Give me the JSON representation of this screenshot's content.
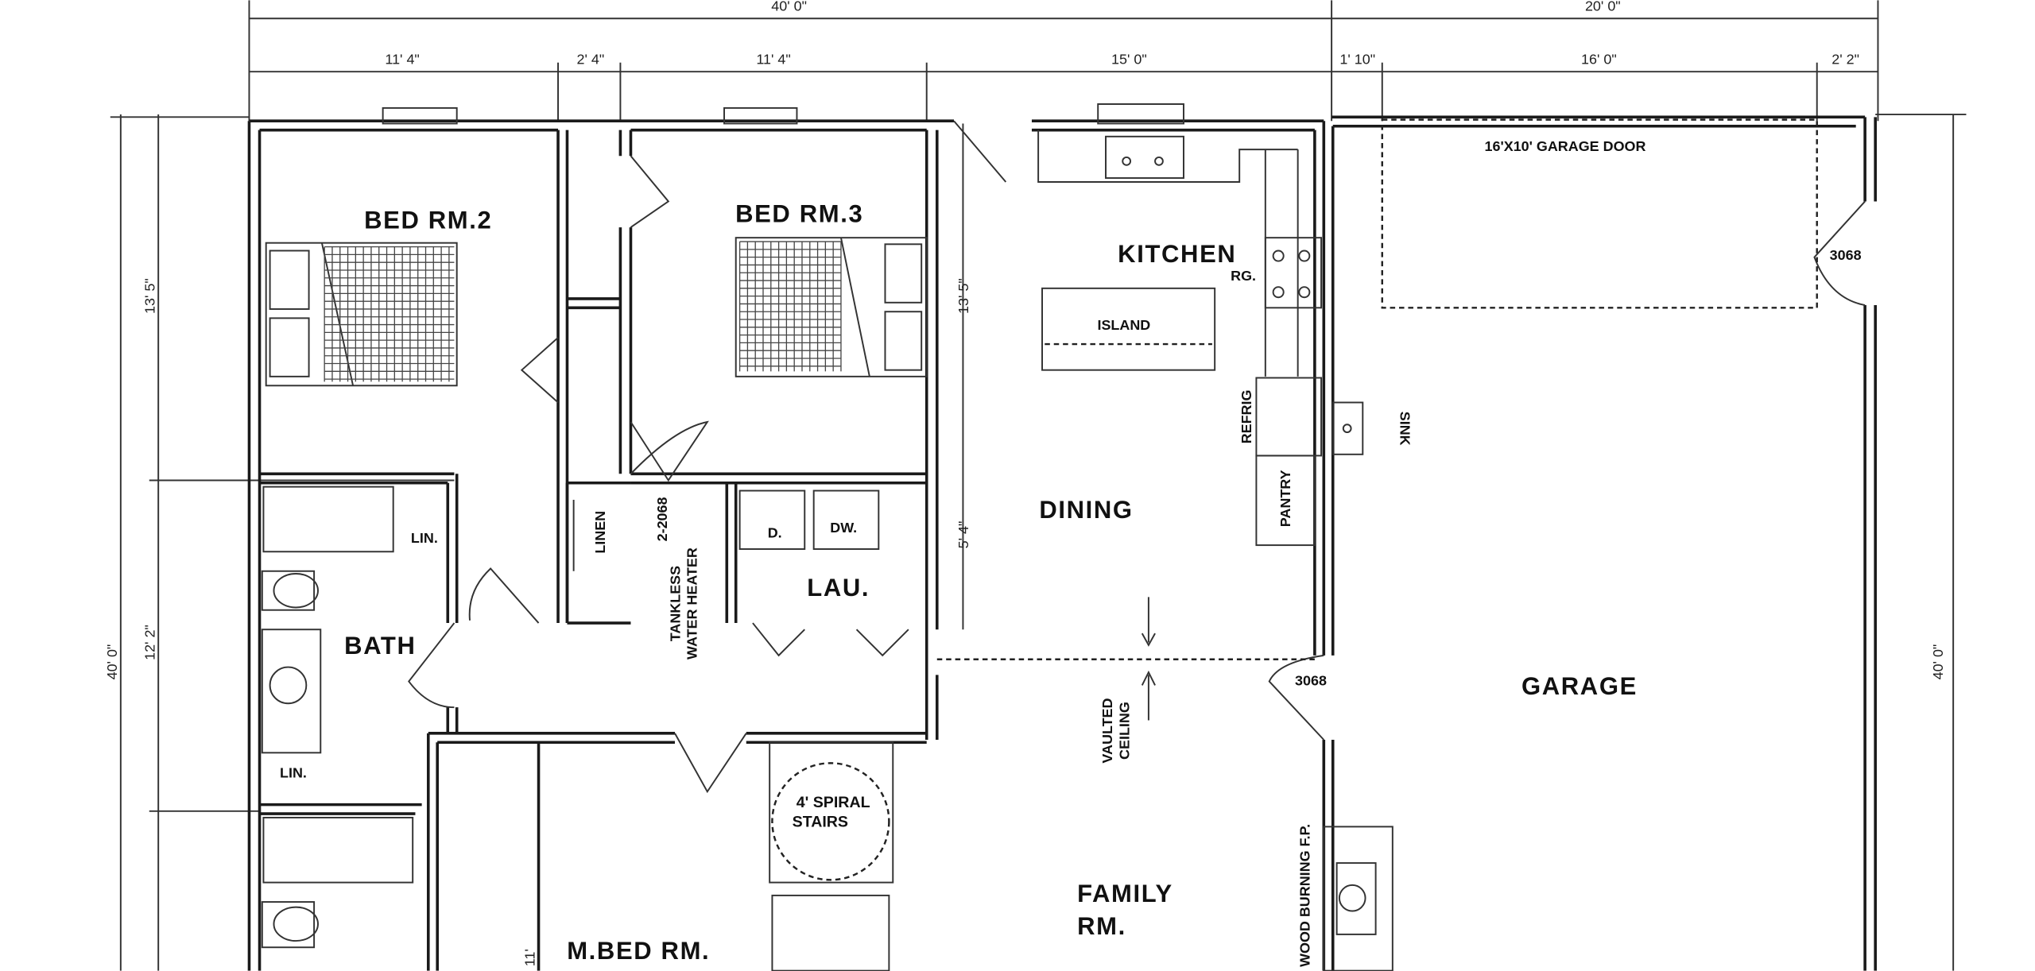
{
  "dimensions": {
    "top_overall": [
      "40' 0\"",
      "20' 0\""
    ],
    "top_segments": [
      "11' 4\"",
      "2' 4\"",
      "11' 4\"",
      "15' 0\"",
      "1' 10\"",
      "16' 0\"",
      "2' 2\""
    ],
    "left_overall": "40' 0\"",
    "left_segments": [
      "13' 5\"",
      "12' 2\""
    ],
    "right_overall": "40' 0\"",
    "interior": [
      "13' 5\"",
      "5' 4\"",
      "11'"
    ]
  },
  "rooms": {
    "bed2": "BED RM.2",
    "bed3": "BED RM.3",
    "kitchen": "KITCHEN",
    "dining": "DINING",
    "laundry": "LAU.",
    "bath": "BATH",
    "garage": "GARAGE",
    "family": [
      "FAMILY",
      "RM."
    ],
    "master": "M.BED RM."
  },
  "fixtures": {
    "range": "RG.",
    "island": "ISLAND",
    "refrig": "REFRIG",
    "pantry": "PANTRY",
    "garage_sink": "SINK",
    "dryer": "D.",
    "washer": "DW.",
    "linen_bath": "LIN.",
    "linen_bath2": "LIN.",
    "linen_hall": "LINEN",
    "hall_door": "2-2068",
    "water_heater": [
      "TANKLESS",
      "WATER HEATER"
    ],
    "garage_door": "16'X10' GARAGE DOOR",
    "garage_side_door": "3068",
    "garage_entry_door": "3068",
    "vaulted": [
      "VAULTED",
      "CEILING"
    ],
    "stairs": [
      "4' SPIRAL",
      "STAIRS"
    ],
    "fireplace": "WOOD BURNING F.P."
  }
}
